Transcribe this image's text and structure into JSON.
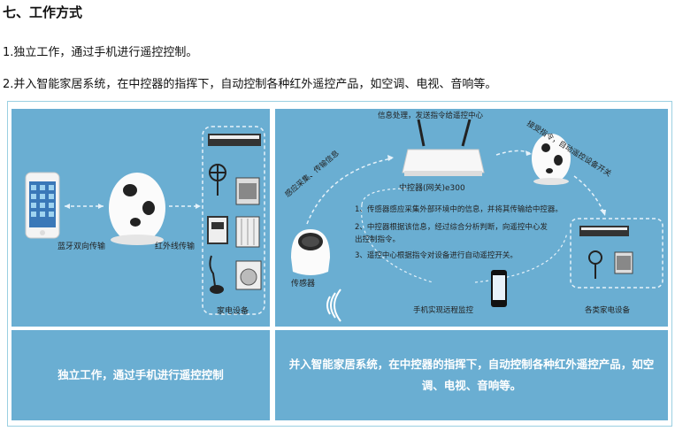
{
  "section_heading": "七、工作方式",
  "paragraph_1": "1.独立工作，通过手机进行遥控控制。",
  "paragraph_2": "2.并入智能家居系统，在中控器的指挥下，自动控制各种红外遥控产品，如空调、电视、音响等。",
  "left_diagram": {
    "bluetooth_label": "蓝牙双向传输",
    "infrared_label": "红外线传输",
    "appliances_label": "家电设备"
  },
  "right_diagram": {
    "top_label": "信息处理，发送指令给遥控中心",
    "receive_label": "接受指令，自动遥控设备开关",
    "sense_label": "感应采集、传输信息",
    "controller_label": "中控器(网关)e300",
    "step_1": "1、传感器感应采集外部环境中的信息，并将其传输给中控器。",
    "step_2a": "2、中控器根据该信息，经过综合分析判断，向遥控中心发",
    "step_2b": "出控制指令。",
    "step_3": "3、遥控中心根据指令对设备进行自动遥控开关。",
    "sensor_label": "传感器",
    "phone_label": "手机实现远程监控",
    "appliances_label": "各类家电设备"
  },
  "caption_left": "独立工作，通过手机进行遥控控制",
  "caption_right": "并入智能家居系统，在中控器的指挥下，自动控制各种红外遥控产品，如空调、电视、音响等。",
  "colors": {
    "panel_blue": "#6aaed2",
    "frame_border": "#9bd0e2"
  }
}
